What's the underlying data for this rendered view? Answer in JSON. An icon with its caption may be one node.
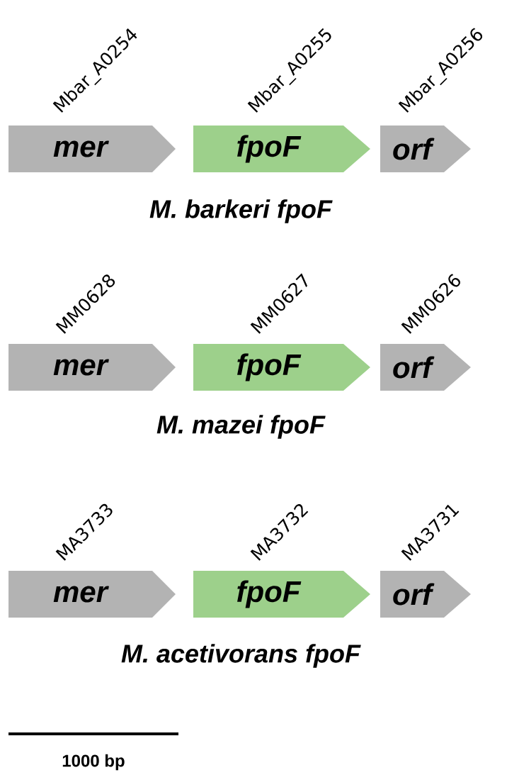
{
  "diagram": {
    "nodes": [
      {
        "text": [
          "mer"
        ],
        "beside": [
          "Mbar_A0254"
        ]
      },
      {
        "text": [
          "fpoF"
        ],
        "beside": [
          "Mbar_A0255"
        ]
      },
      {
        "text": [
          "orf"
        ],
        "beside": [
          "Mbar_A0256"
        ]
      },
      {
        "text": [
          "mer"
        ],
        "beside": [
          "MM0628"
        ]
      },
      {
        "text": [
          "fpoF"
        ],
        "beside": [
          "MM0627"
        ]
      },
      {
        "text": [
          "orf"
        ],
        "beside": [
          "MM0626"
        ]
      },
      {
        "text": [
          "mer"
        ],
        "beside": [
          "MA3733"
        ]
      },
      {
        "text": [
          "fpoF"
        ],
        "beside": [
          "MA3732"
        ]
      },
      {
        "text": [
          "orf"
        ],
        "beside": [
          "MA3731"
        ]
      }
    ],
    "labels": [
      "M. barkeri fpoF",
      "M. mazei fpoF",
      "M. acetivorans fpoF",
      "1000 bp"
    ]
  }
}
